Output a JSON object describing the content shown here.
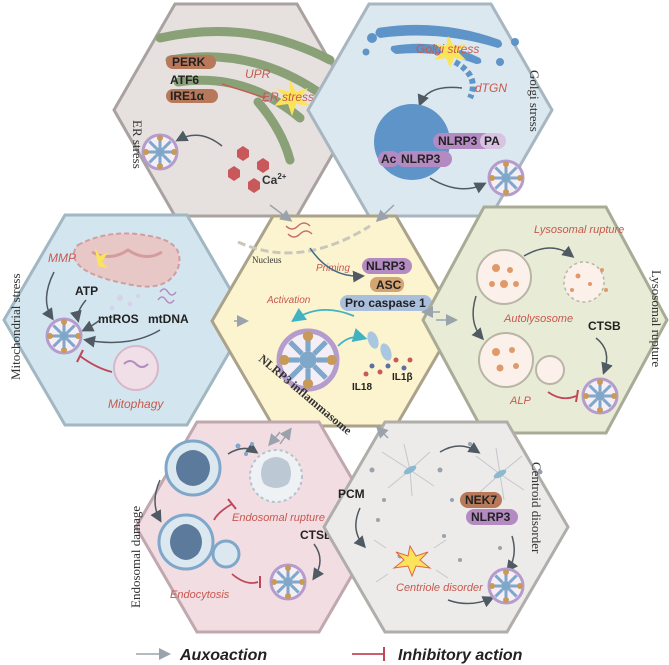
{
  "hexagons": {
    "er_stress": {
      "title": "ER stress",
      "perk": "PERK",
      "atf6": "ATF6",
      "ire1a": "IRE1α",
      "upr": "UPR",
      "er_stress_label": "ER stress",
      "ca": "Ca",
      "ca_sup": "2+"
    },
    "golgi_stress": {
      "title": "Golgi stress",
      "golgi_stress_label": "Golgi stress",
      "dtgn": "dTGN",
      "nlrp3": "NLRP3",
      "pa": "PA",
      "ac": "Ac",
      "ac_nlrp3": "NLRP3"
    },
    "mitochondrial_stress": {
      "title": "Mitochondrial stress",
      "mmp": "MMP",
      "atp": "ATP",
      "mtros": "mtROS",
      "mtdna": "mtDNA",
      "mitophagy": "Mitophagy"
    },
    "center": {
      "title": "NLRP3 inflammasome",
      "nucleus": "Nucleus",
      "priming": "Priming",
      "activation": "Activation",
      "nlrp3": "NLRP3",
      "asc": "ASC",
      "pro_caspase": "Pro caspase 1",
      "il1b": "IL1β",
      "il18": "IL18"
    },
    "lysosomal_rupture": {
      "title": "Lysosomal rupture",
      "rupture_label": "Lysosomal rupture",
      "autolysosome": "Autolysosome",
      "ctsb": "CTSB",
      "alp": "ALP"
    },
    "endosomal_damage": {
      "title": "Endosomal damage",
      "endosomal_rupture": "Endosomal rupture",
      "ctsb": "CTSB",
      "endocytosis": "Endocytosis"
    },
    "centroid_disorder": {
      "title": "Centroid disorder",
      "pcm": "PCM",
      "nek7": "NEK7",
      "nlrp3": "NLRP3",
      "centriole_disorder": "Centriole disorder"
    }
  },
  "legend": {
    "auxoaction": "Auxoaction",
    "inhibitory": "Inhibitory action"
  },
  "colors": {
    "er_bg": "#e6e1df",
    "golgi_bg": "#dce8ef",
    "mito_bg": "#d3e6f0",
    "center_bg": "#fcf3cf",
    "lyso_bg": "#e8ebd6",
    "endo_bg": "#f2dde3",
    "centroid_bg": "#ecebea",
    "italic_label": "#c8584e",
    "arrow": "#9aa3ab",
    "inhibit": "#c0475a",
    "box_purple": "#b48ac3",
    "box_brown": "#b8785a"
  }
}
